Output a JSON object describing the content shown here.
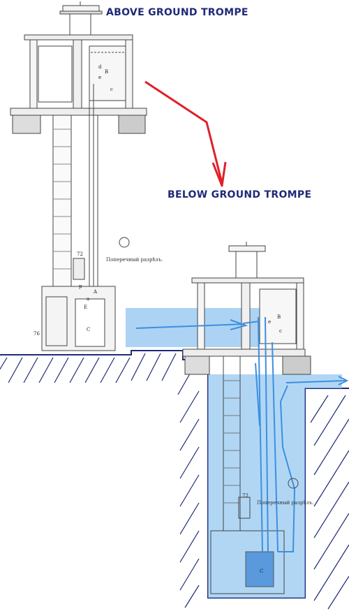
{
  "titles": {
    "above": "ABOVE GROUND TROMPE",
    "below": "BELOW GROUND TROMPE"
  },
  "captions": {
    "left": "Поперечный разрѣзъ.",
    "right": "Поперечный разрѣзъ."
  },
  "labels": {
    "left": [
      "B",
      "d",
      "e",
      "c",
      "A",
      "a",
      "p",
      "E",
      "C",
      "72",
      "76"
    ],
    "right": [
      "B",
      "e",
      "c",
      "72",
      "C"
    ]
  },
  "colors": {
    "title": "#1f2a78",
    "arrow_red": "#e0202a",
    "water_fill": "#90c4f0",
    "water_flow": "#3d8fe0",
    "ground_line": "#1f2a78",
    "drawing_ink": "#444444"
  }
}
